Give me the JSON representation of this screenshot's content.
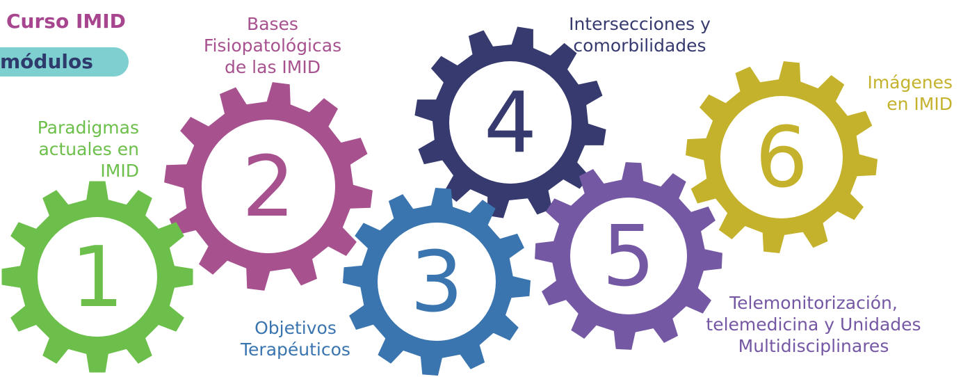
{
  "header": {
    "title": "Curso IMID",
    "subtitle": "módulos"
  },
  "modules": [
    {
      "number": "1",
      "label_lines": [
        "Paradigmas",
        "actuales en",
        "IMID"
      ],
      "color": "#6cbf4a",
      "icon": "gear-icon"
    },
    {
      "number": "2",
      "label_lines": [
        "Bases",
        "Fisiopatológicas",
        "de las IMID"
      ],
      "color": "#a7528f",
      "icon": "gear-icon"
    },
    {
      "number": "3",
      "label_lines": [
        "Objetivos",
        "Terapéuticos"
      ],
      "color": "#3b75b0",
      "icon": "gear-icon"
    },
    {
      "number": "4",
      "label_lines": [
        "Intersecciones y",
        "comorbilidades"
      ],
      "color": "#363a6e",
      "icon": "gear-icon"
    },
    {
      "number": "5",
      "label_lines": [
        "Telemonitorización,",
        "telemedicina y Unidades",
        "Multidisciplinares"
      ],
      "color": "#7558a4",
      "icon": "gear-icon"
    },
    {
      "number": "6",
      "label_lines": [
        "Imágenes",
        "en IMID"
      ],
      "color": "#c4b22c",
      "icon": "gear-icon"
    }
  ],
  "colors": {
    "title": "#a8458f",
    "pill": "#7ecfd0",
    "pill_text": "#2e3a6b"
  }
}
